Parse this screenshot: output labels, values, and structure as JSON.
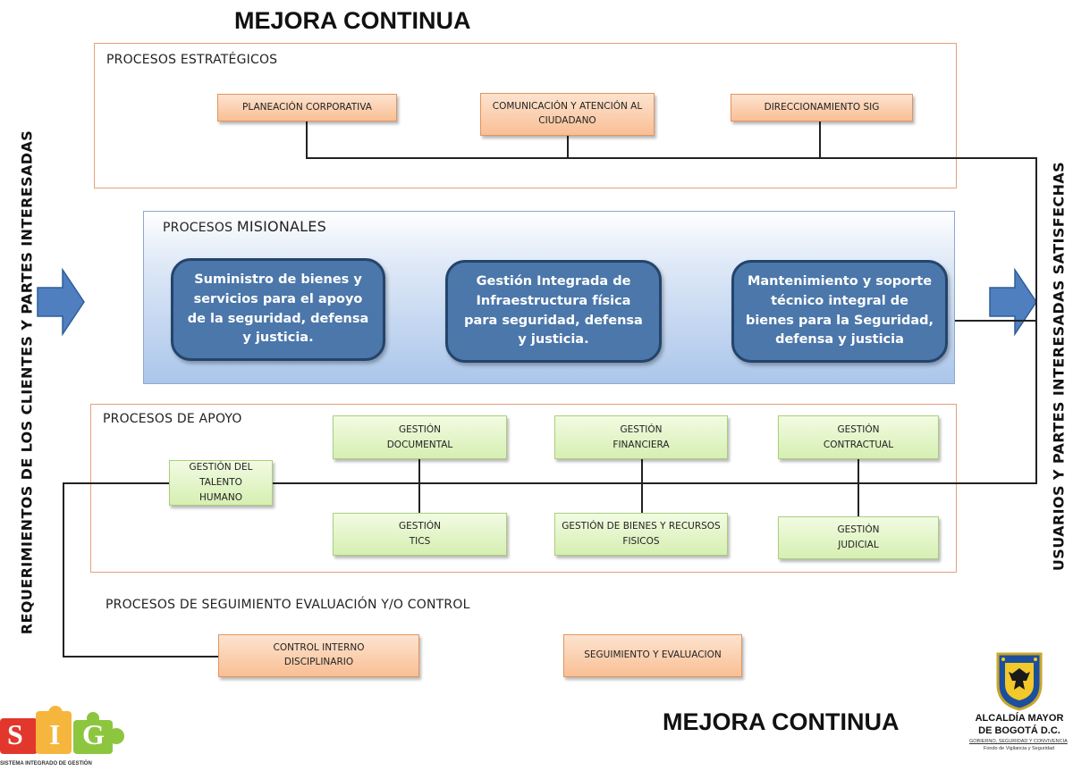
{
  "titles": {
    "top": "MEJORA CONTINUA",
    "bottom": "MEJORA CONTINUA"
  },
  "side_labels": {
    "left": "REQUERIMIENTOS DE LOS CLIENTES Y PARTES INTERESADAS",
    "right": "USUARIOS Y PARTES INTERESADAS  SATISFECHAS"
  },
  "estrategicos": {
    "label": "PROCESOS ESTRATÉGICOS",
    "items": [
      "PLANEACIÓN  CORPORATIVA",
      "COMUNICACIÓN Y ATENCIÓN AL CIUDADANO",
      "DIRECCIONAMIENTO  SIG"
    ]
  },
  "misionales": {
    "label_prefix": "PROCESOS ",
    "label_suffix": "MISIONALES",
    "items": [
      "Suministro de bienes y servicios para el apoyo de la seguridad, defensa y justicia.",
      "Gestión Integrada de Infraestructura física para seguridad, defensa y justicia.",
      "Mantenimiento y soporte técnico integral de bienes para la Seguridad, defensa y justicia"
    ]
  },
  "apoyo": {
    "label": "PROCESOS DE APOYO",
    "items": [
      "GESTIÓN DEL TALENTO\nHUMANO",
      "GESTIÓN\nDOCUMENTAL",
      "GESTIÓN\nFINANCIERA",
      "GESTIÓN\nCONTRACTUAL",
      "GESTIÓN\nTICS",
      "GESTIÓN DE BIENES Y RECURSOS\nFISICOS",
      "GESTIÓN\nJUDICIAL"
    ]
  },
  "seguimiento": {
    "label": "PROCESOS DE SEGUIMIENTO EVALUACIÓN Y/O CONTROL",
    "items": [
      "CONTROL INTERNO DISCIPLINARIO",
      "SEGUIMIENTO Y EVALUACION"
    ]
  },
  "logos": {
    "sig_letters": [
      "S",
      "I",
      "G"
    ],
    "sig_caption": "SISTEMA INTEGRADO DE GESTIÓN",
    "alcaldia_line1": "ALCALDÍA MAYOR",
    "alcaldia_line2": "DE BOGOTÁ D.C.",
    "alcaldia_line3": "GOBIERNO, SEGURIDAD Y CONVIVENCIA",
    "alcaldia_line4": "Fondo de Vigilancia y Seguridad"
  },
  "colors": {
    "orange_box": "#f9bf95",
    "green_box": "#d6efb2",
    "misional_box": "#4b77aa",
    "arrow": "#4f7fbf"
  }
}
